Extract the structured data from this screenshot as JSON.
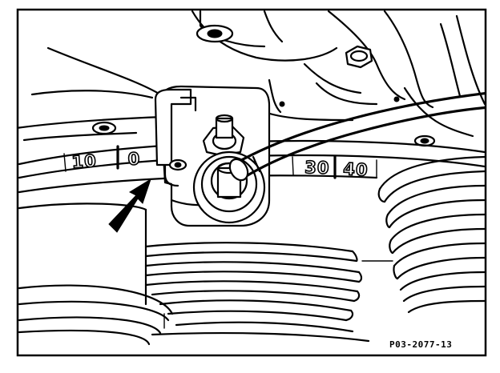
{
  "figure": {
    "reference_code": "P03-2077-13",
    "scale_marks_left": [
      "10",
      "0"
    ],
    "scale_marks_right": [
      "30",
      "40"
    ]
  },
  "icons": {
    "pointer": "arrow-pointer-icon"
  },
  "colors": {
    "ink": "#000000",
    "paper": "#ffffff"
  }
}
